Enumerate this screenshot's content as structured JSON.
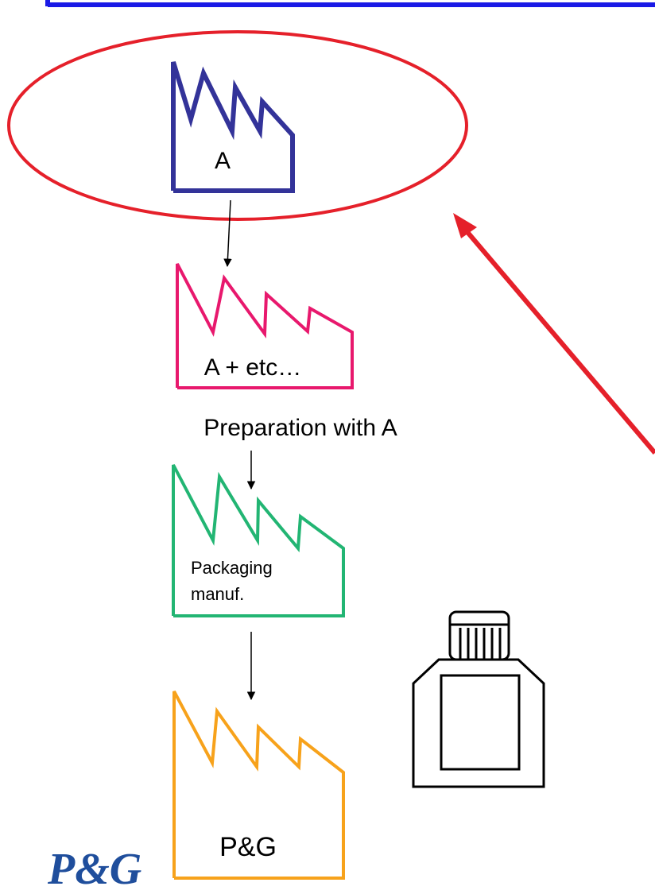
{
  "diagram": {
    "factories": [
      {
        "id": "supplier-a",
        "label": "A",
        "color": "#333399"
      },
      {
        "id": "preparation",
        "label": "A + etc…",
        "color": "#E8186D"
      },
      {
        "id": "packaging",
        "label": "Packaging\nmanuf.",
        "label_line1": "Packaging",
        "label_line2": "manuf.",
        "color": "#22B573"
      },
      {
        "id": "pg",
        "label": "P&G",
        "color": "#F7A21B"
      }
    ],
    "captions": {
      "preparation": "Preparation with A"
    },
    "highlight_color": "#E5202A",
    "header_bar_color": "#1A1AE6",
    "logo_text": "P&G",
    "logo_color": "#1F4E9C"
  }
}
